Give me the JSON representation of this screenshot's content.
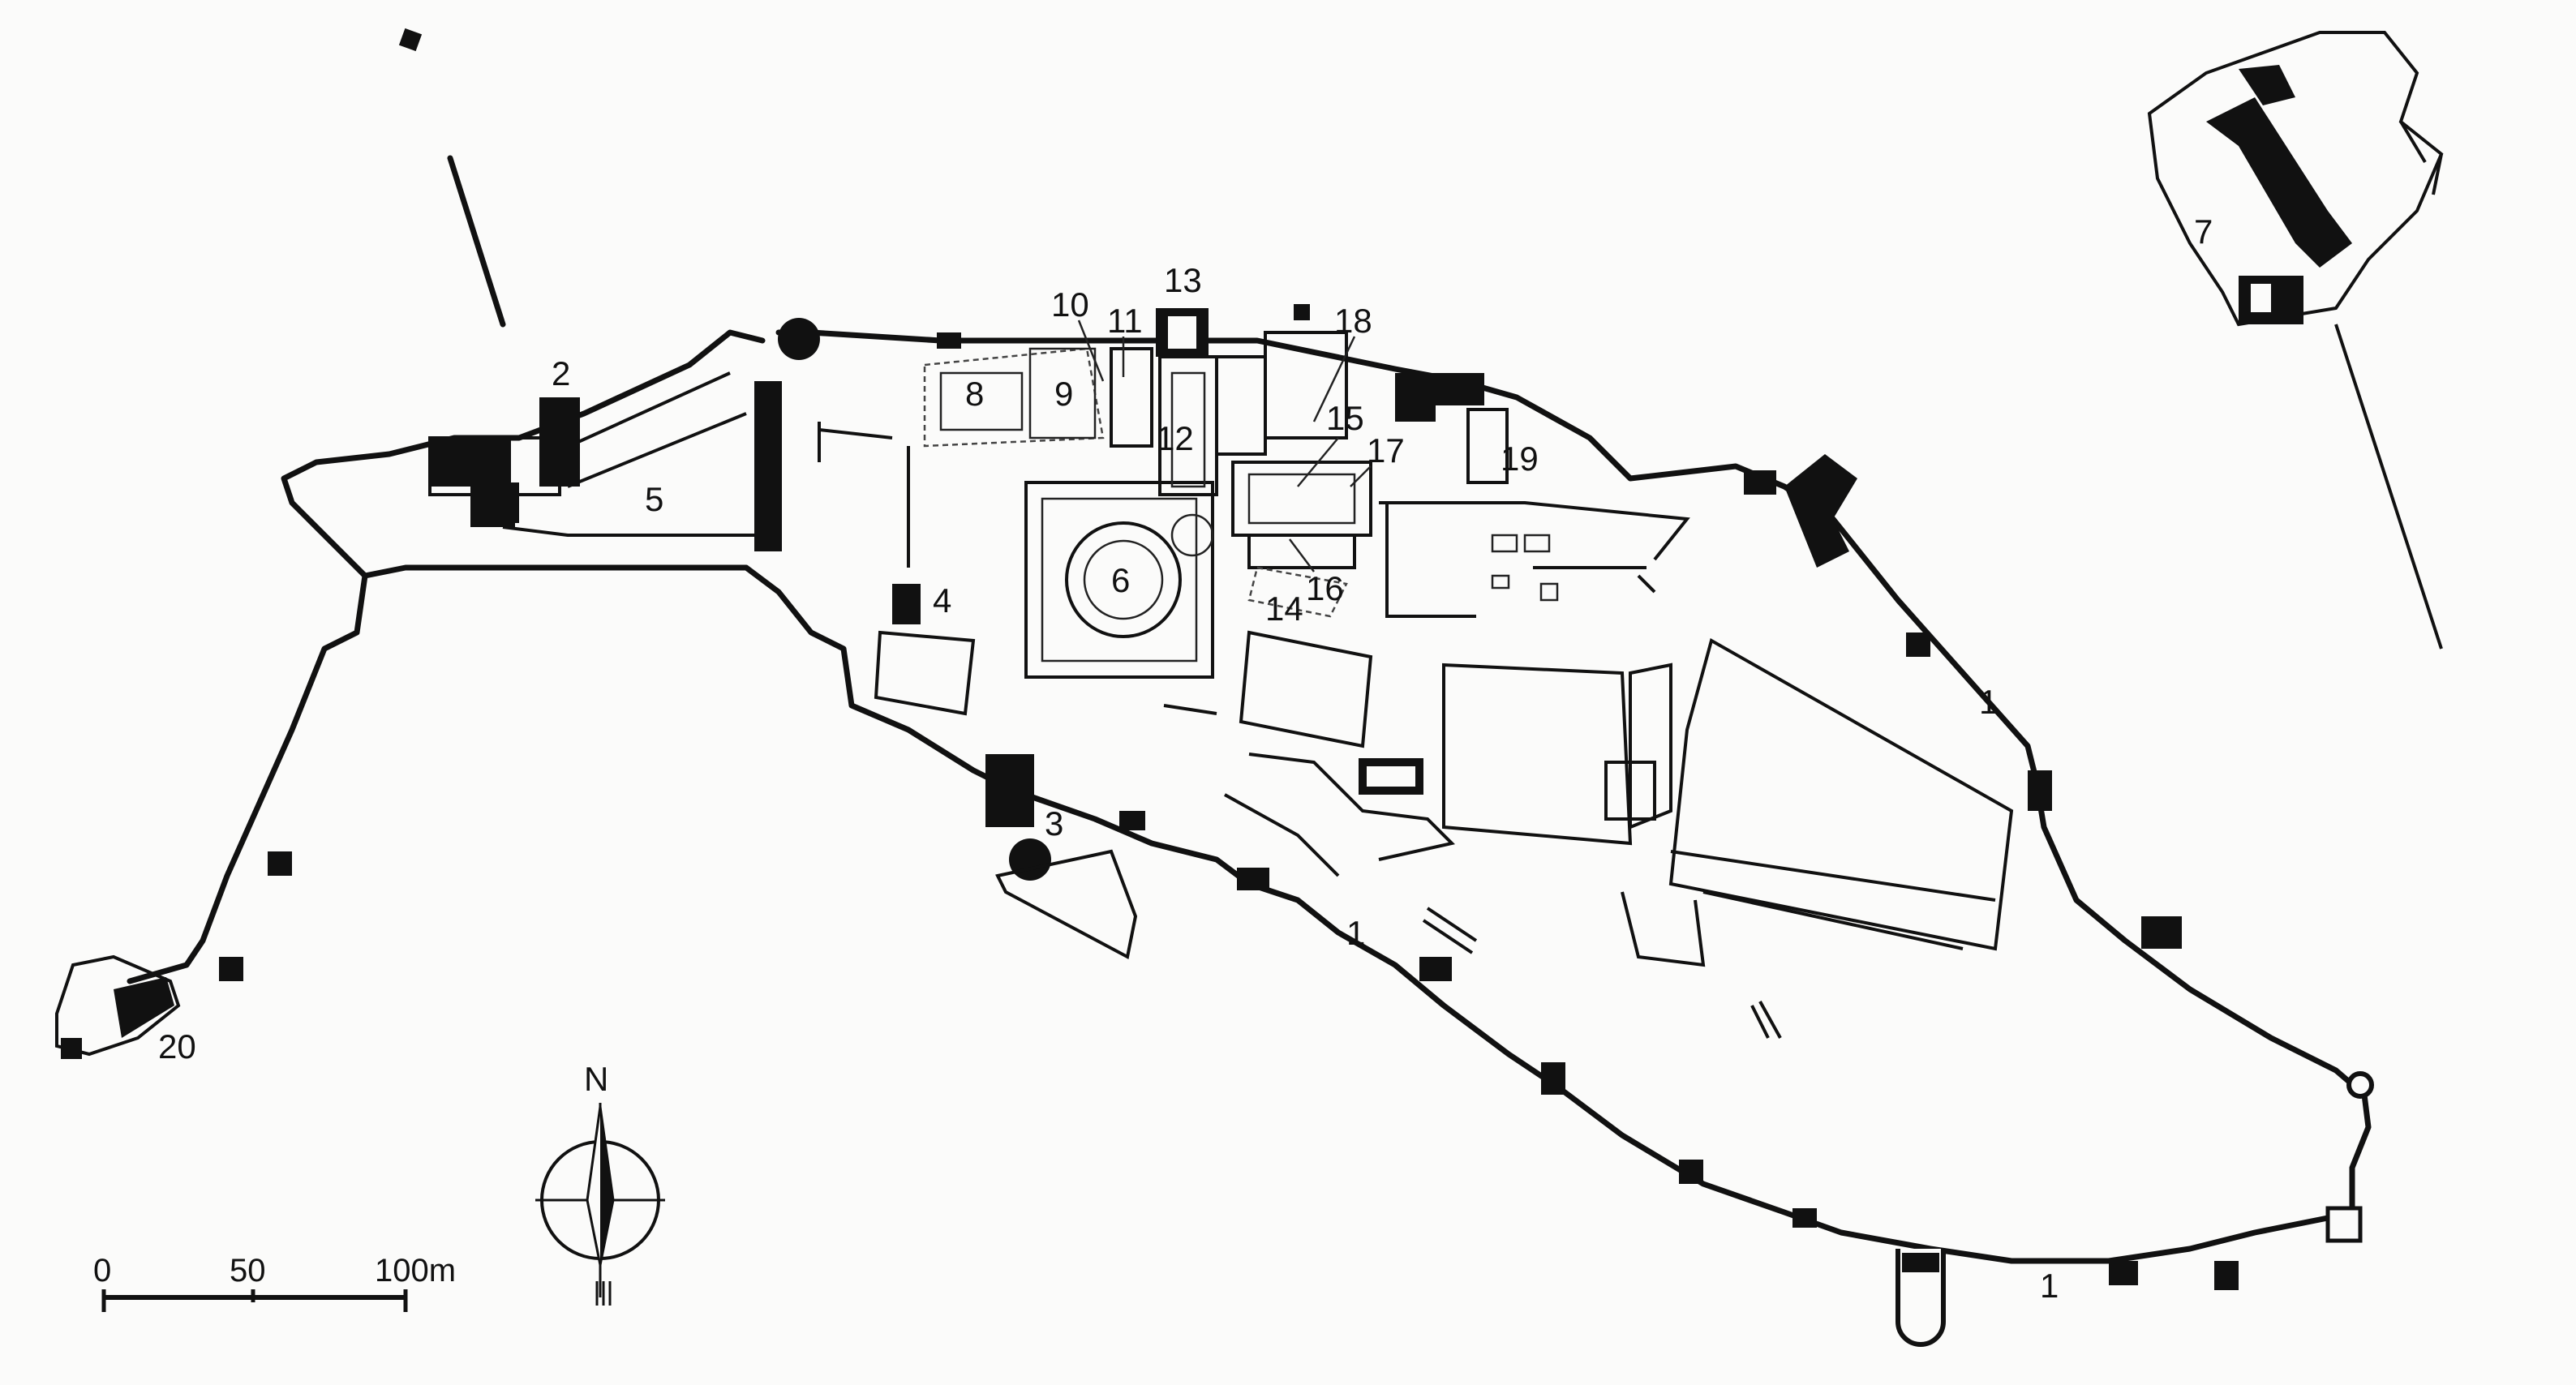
{
  "labels": {
    "l1a": "1",
    "l1b": "1",
    "l1c": "1",
    "l2": "2",
    "l3": "3",
    "l4": "4",
    "l5": "5",
    "l6": "6",
    "l7": "7",
    "l8": "8",
    "l9": "9",
    "l10": "10",
    "l11": "11",
    "l12": "12",
    "l13": "13",
    "l14": "14",
    "l15": "15",
    "l16": "16",
    "l17": "17",
    "l18": "18",
    "l19": "19",
    "l20": "20"
  },
  "compass": {
    "north": "N"
  },
  "scale_bar": {
    "tick0": "0",
    "tick1": "50",
    "tick2": "100m"
  }
}
